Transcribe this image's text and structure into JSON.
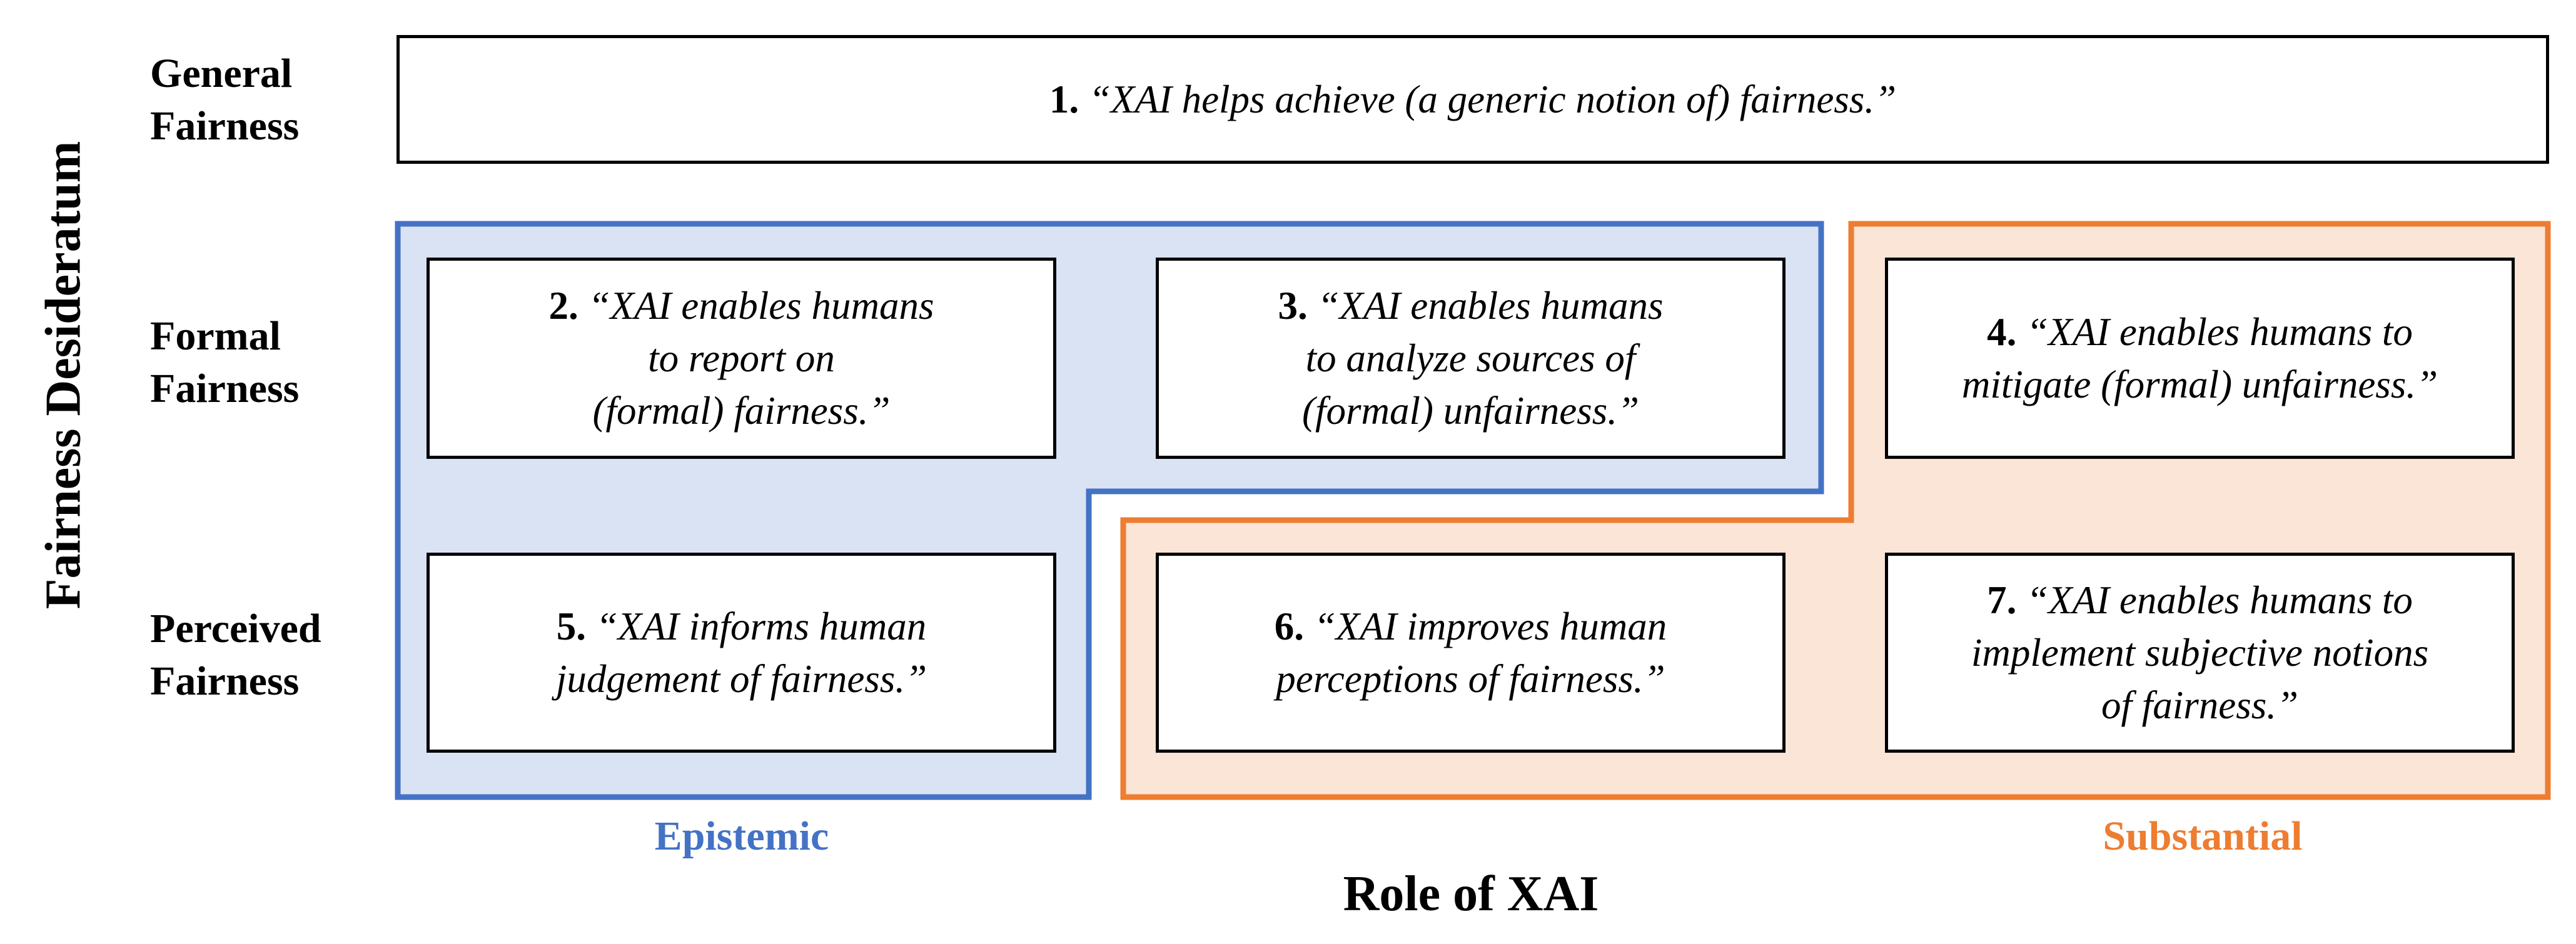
{
  "y_axis_title": "Fairness Desideratum",
  "x_axis_title": "Role of XAI",
  "rows": [
    {
      "line1": "General",
      "line2": "Fairness"
    },
    {
      "line1": "Formal",
      "line2": "Fairness"
    },
    {
      "line1": "Perceived",
      "line2": "Fairness"
    }
  ],
  "columns": {
    "epistemic": "Epistemic",
    "substantial": "Substantial"
  },
  "colors": {
    "epistemic_border": "#4472c4",
    "epistemic_fill": "#dae3f3",
    "substantial_border": "#ed7d31",
    "substantial_fill": "#fbe5d6"
  },
  "boxes": [
    {
      "num": "1.",
      "lines": [
        "“XAI helps achieve (a generic notion of) fairness.”"
      ]
    },
    {
      "num": "2.",
      "lines": [
        "“XAI enables humans",
        "to report on",
        "(formal) fairness.”"
      ]
    },
    {
      "num": "3.",
      "lines": [
        "“XAI enables humans",
        "to analyze sources of",
        "(formal) unfairness.”"
      ]
    },
    {
      "num": "4.",
      "lines": [
        "“XAI enables humans to",
        "mitigate (formal) unfairness.”"
      ]
    },
    {
      "num": "5.",
      "lines": [
        "“XAI informs human",
        "judgement of fairness.”"
      ]
    },
    {
      "num": "6.",
      "lines": [
        "“XAI improves human",
        "perceptions of fairness.”"
      ]
    },
    {
      "num": "7.",
      "lines": [
        "“XAI enables humans to",
        "implement subjective notions",
        "of fairness.”"
      ]
    }
  ]
}
